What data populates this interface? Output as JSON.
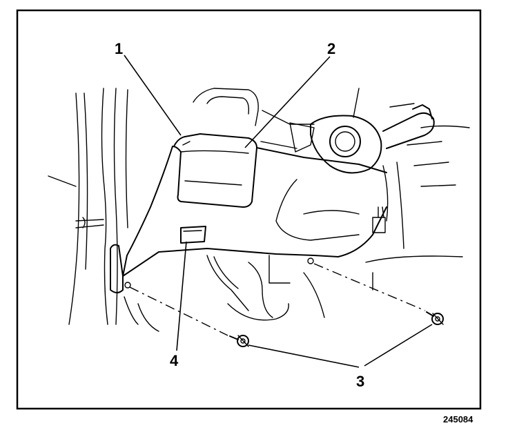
{
  "figure": {
    "callouts": [
      {
        "id": "1",
        "label": "1"
      },
      {
        "id": "2",
        "label": "2"
      },
      {
        "id": "3",
        "label": "3"
      },
      {
        "id": "4",
        "label": "4"
      }
    ],
    "figure_number": "245084"
  },
  "colors": {
    "ink": "#000000",
    "paper": "#ffffff"
  }
}
